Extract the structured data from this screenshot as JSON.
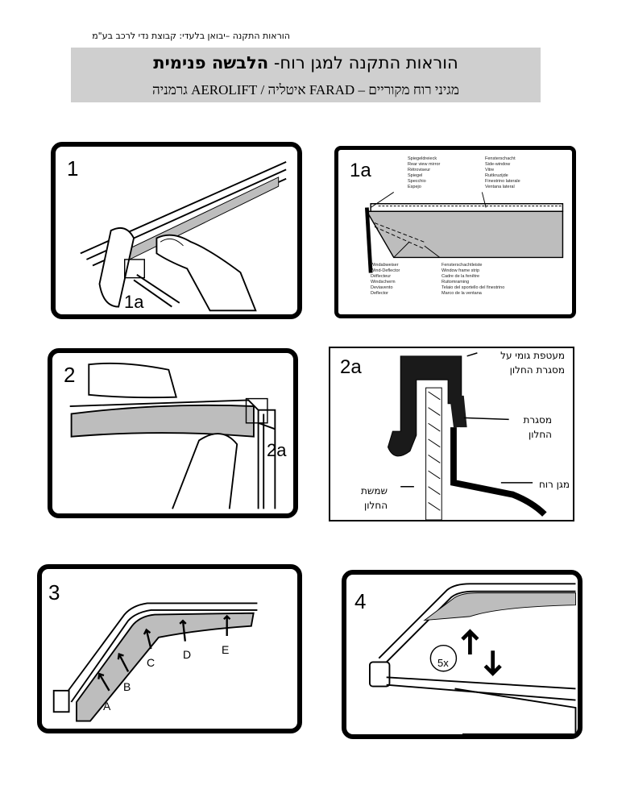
{
  "header": {
    "top_note": "הוראות התקנה –יבואן בלעדי: קבוצת נדי לרכב בע\"מ",
    "title_normal": "הוראות התקנה למגן רוח-",
    "title_bold": "הלבשה פנימית",
    "subtitle": "מגיני רוח מקוריים – FARAD איטליה / AEROLIFT גרמניה"
  },
  "panels": {
    "p1": {
      "number": "1",
      "inset_label": "1a"
    },
    "p1a": {
      "number": "1a",
      "labels_top_left": [
        "Spiegeldreieck",
        "Rear view mirror",
        "Rétroviseur",
        "Spiegel",
        "Specchio",
        "Espejo"
      ],
      "labels_top_right": [
        "Fensterschacht",
        "Side-window",
        "Vitre",
        "Ruitkruzijde",
        "Finestrino laterale",
        "Ventana lateral"
      ],
      "labels_bottom_left": [
        "Windabweiser",
        "Wind-Deflector",
        "Déflecteur",
        "Windscherm",
        "Deviavento",
        "Deflector"
      ],
      "labels_bottom_right": [
        "Fensterschachtleiste",
        "Window frame strip",
        "Cadre de la fenêtre",
        "Ruitomraming",
        "Telaio del sportello del finestrino",
        "Marco de la ventana"
      ]
    },
    "p2": {
      "number": "2",
      "inset_label": "2a"
    },
    "p2a": {
      "number": "2a",
      "label_rubber": [
        "מעטפת גומי על",
        "מסגרת החלון"
      ],
      "label_frame": [
        "מסגרת",
        "החלון"
      ],
      "label_deflector": "מגן רוח",
      "label_glass": [
        "שמשת",
        "החלון"
      ]
    },
    "p3": {
      "number": "3",
      "points": [
        "A",
        "B",
        "C",
        "D",
        "E"
      ]
    },
    "p4": {
      "number": "4",
      "repeat": "5x"
    }
  },
  "colors": {
    "band": "#cfcfcf",
    "ink": "#000000",
    "fill": "#bdbdbd"
  }
}
